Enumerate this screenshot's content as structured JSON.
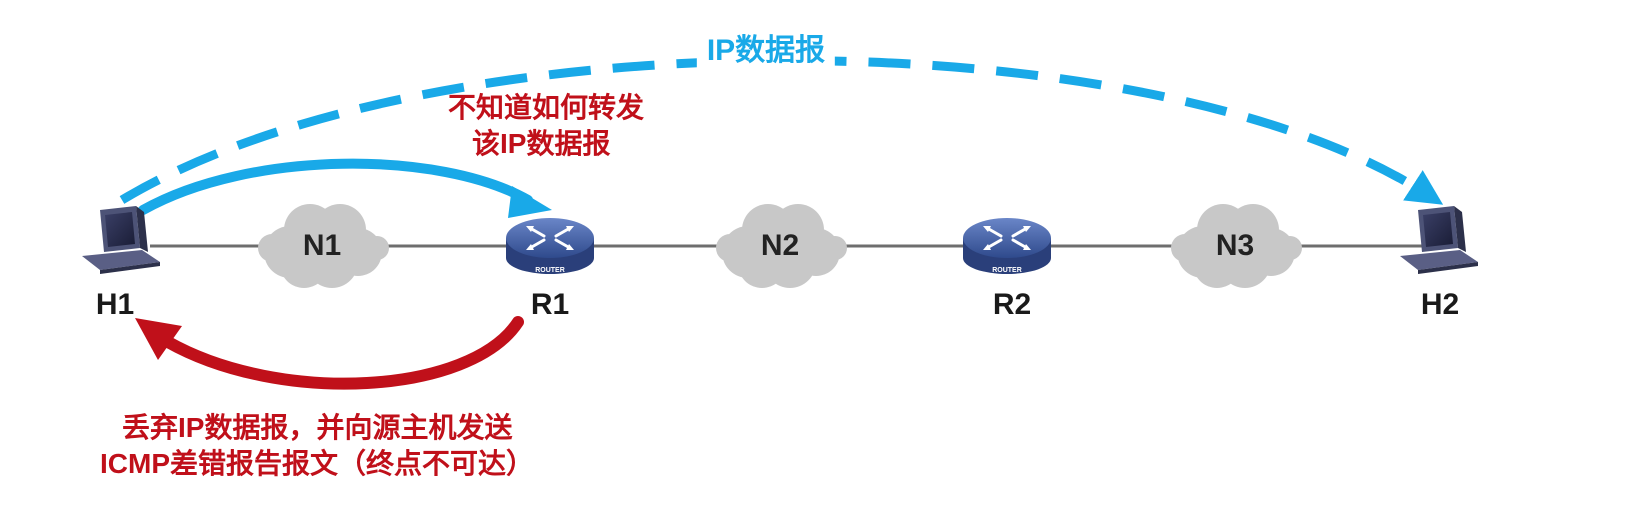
{
  "nodes": {
    "h1": "H1",
    "r1": "R1",
    "r2": "R2",
    "h2": "H2"
  },
  "clouds": {
    "n1": "N1",
    "n2": "N2",
    "n3": "N3"
  },
  "router_text": "ROUTER",
  "labels": {
    "top": "IP数据报",
    "router_msg_1": "不知道如何转发",
    "router_msg_2": "该IP数据报",
    "icmp_msg_1": "丢弃IP数据报，并向源主机发送",
    "icmp_msg_2": "ICMP差错报告报文（终点不可达）"
  },
  "colors": {
    "blue": "#19a9e8",
    "red": "#c0101a",
    "line": "#6e6e6e",
    "cloud": "#c8c8c8",
    "router": "#4a66a8"
  },
  "icons": {
    "host": "computer-icon",
    "router": "router-icon",
    "network": "cloud-icon"
  }
}
